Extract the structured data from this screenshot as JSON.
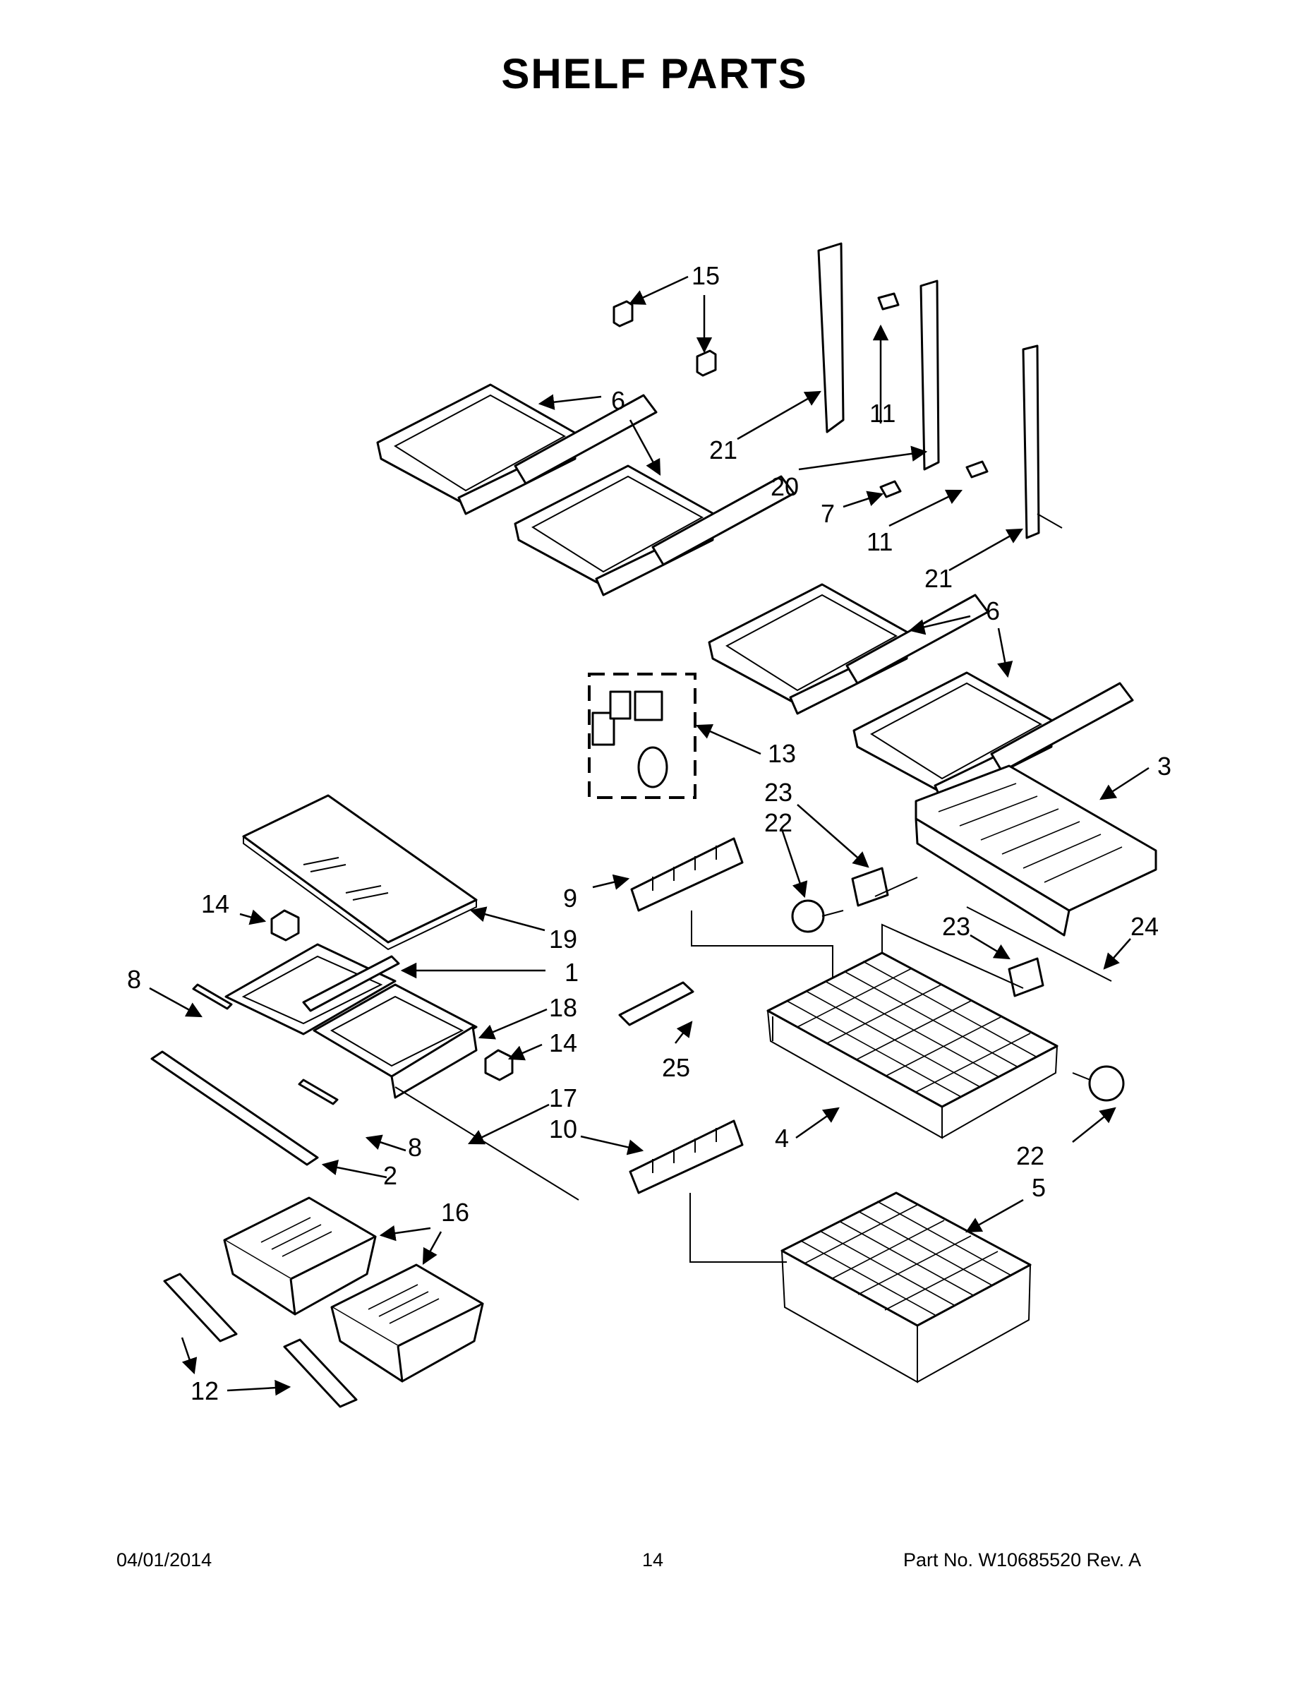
{
  "title": "SHELF PARTS",
  "labels": {
    "p1": "1",
    "p2": "2",
    "p3": "3",
    "p4": "4",
    "p5": "5",
    "p6": "6",
    "p7": "7",
    "p8": "8",
    "p9": "9",
    "p10": "10",
    "p11": "11",
    "p12": "12",
    "p13": "13",
    "p14": "14",
    "p15": "15",
    "p16": "16",
    "p17": "17",
    "p18": "18",
    "p19": "19",
    "p20": "20",
    "p21": "21",
    "p22": "22",
    "p23": "23",
    "p24": "24",
    "p25": "25"
  },
  "footer": {
    "date": "04/01/2014",
    "page": "14",
    "part_no": "Part No.  W10685520  Rev.  A"
  }
}
